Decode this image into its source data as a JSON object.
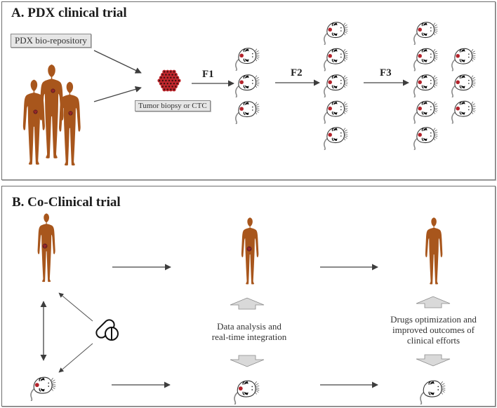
{
  "panel_a": {
    "title": "A. PDX clinical trial",
    "repository_label": "PDX bio-repository",
    "tumor_label": "Tumor biopsy or CTC",
    "generations": [
      {
        "label": "F1",
        "mice_count": 3
      },
      {
        "label": "F2",
        "mice_count": 5
      },
      {
        "label": "F3",
        "mice_count": 8
      }
    ],
    "patients_count": 3
  },
  "panel_b": {
    "title": "B. Co-Clinical trial",
    "caption_middle": [
      "Data analysis and",
      "real-time integration"
    ],
    "caption_right": [
      "Drugs optimization and",
      "improved outcomes of",
      "clinical efforts"
    ]
  },
  "colors": {
    "skin": "#a8561c",
    "tumor": "#c0272d",
    "tumor_dark": "#5a1a1a",
    "arrow": "#444444",
    "block_arrow_fill": "#d9d9d9",
    "border": "#6e6e6e"
  }
}
